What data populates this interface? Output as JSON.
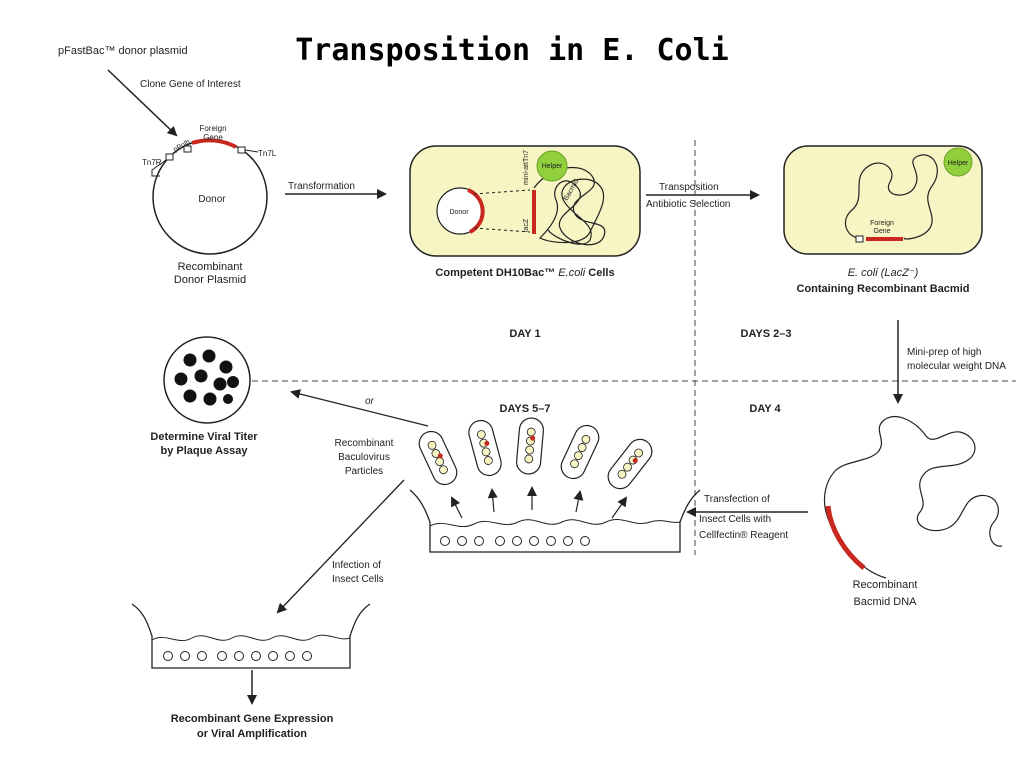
{
  "title": "Transposition in E. Coli",
  "donor": {
    "plasmid_label": "pFastBac™ donor plasmid",
    "clone_label": "Clone Gene of Interest",
    "foreign_gene_line1": "Foreign",
    "foreign_gene_line2": "Gene",
    "promoter": "pPolh",
    "tn7r": "Tn7R",
    "tn7l": "Tn7L",
    "center": "Donor",
    "caption_line1": "Recombinant",
    "caption_line2": "Donor Plasmid"
  },
  "transformation_label": "Transformation",
  "competent_cell": {
    "donor_label": "Donor",
    "lacz": "lacZ",
    "mini_att": "mini-attTn7",
    "bacmid": "Bacmid",
    "helper": "Helper",
    "caption_prefix": "Competent DH10Bac™",
    "caption_ecoli": "E.coli",
    "caption_suffix": "Cells"
  },
  "transposition": {
    "line1": "Transposition",
    "line2": "Antibiotic Selection"
  },
  "recombinant_cell": {
    "helper": "Helper",
    "foreign_line1": "Foreign",
    "foreign_line2": "Gene",
    "caption_line1": "E. coli (LacZ⁻)",
    "caption_line2": "Containing Recombinant Bacmid"
  },
  "days": {
    "day1": "DAY 1",
    "days23": "DAYS 2–3",
    "days57": "DAYS 5–7",
    "day4": "DAY 4"
  },
  "miniprep": {
    "line1": "Mini-prep of high",
    "line2": "molecular weight DNA"
  },
  "bacmid_dna": {
    "line1": "Recombinant",
    "line2": "Bacmid DNA"
  },
  "transfection": {
    "line1": "Transfection of",
    "line2": "Insect Cells with",
    "line3": "Cellfectin® Reagent"
  },
  "baculovirus": {
    "line1": "Recombinant",
    "line2": "Baculovirus",
    "line3": "Particles"
  },
  "or_label": "or",
  "plaque": {
    "line1": "Determine Viral Titer",
    "line2": "by Plaque Assay"
  },
  "infection": {
    "line1": "Infection of",
    "line2": "Insect Cells"
  },
  "expression": {
    "line1": "Recombinant Gene Expression",
    "line2": "or Viral Amplification"
  },
  "colors": {
    "cell_fill": "#f7f5c4",
    "helper_fill": "#92cf3c",
    "gene_red": "#c8281e",
    "line": "#222222"
  }
}
